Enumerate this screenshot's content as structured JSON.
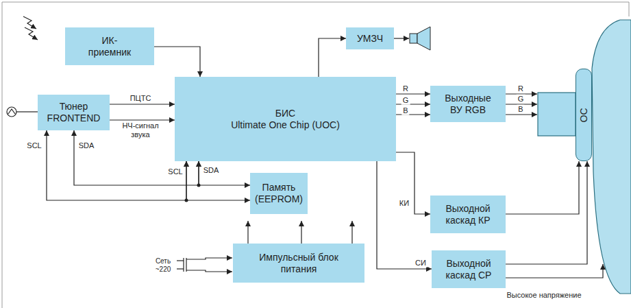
{
  "diagram": {
    "nodes": [
      {
        "text": [
          "ИК- приемник"
        ]
      },
      {
        "text": [
          "Тюнер FRONTEND"
        ]
      },
      {
        "text": [
          "БИС",
          "Ultimate One Chip (UOC)"
        ]
      },
      {
        "text": [
          "УМЗЧ"
        ]
      },
      {
        "text": [
          "Выходные ВУ RGB"
        ]
      },
      {
        "text": [
          "Память (EEPROM)"
        ]
      },
      {
        "text": [
          "Выходной каскад КР"
        ]
      },
      {
        "text": [
          "Выходной каскад СР"
        ]
      },
      {
        "text": [
          "Импульсный блок питания"
        ]
      },
      {
        "text": [
          "ОС"
        ]
      }
    ],
    "edges": [
      {
        "from": 0,
        "to": 2,
        "arrow": "to"
      },
      {
        "from": 1,
        "to": 2,
        "label": "ПЦТС",
        "arrow": "to"
      },
      {
        "from": 1,
        "to": 2,
        "label": "НЧ-сигнал звука",
        "arrow": "to"
      },
      {
        "from": 2,
        "to": 1,
        "label": "SCL",
        "arrow": "both"
      },
      {
        "from": 2,
        "to": 1,
        "label": "SDA",
        "arrow": "both"
      },
      {
        "from": 2,
        "to": 5,
        "label": "SCL",
        "arrow": "both"
      },
      {
        "from": 2,
        "to": 5,
        "label": "SDA",
        "arrow": "both"
      },
      {
        "from": 2,
        "to": 3,
        "arrow": "to"
      },
      {
        "from": 2,
        "to": 4,
        "label": "R",
        "arrow": "to"
      },
      {
        "from": 2,
        "to": 4,
        "label": "G",
        "arrow": "to"
      },
      {
        "from": 2,
        "to": 4,
        "label": "B",
        "arrow": "to"
      },
      {
        "from": 2,
        "to": 6,
        "label": "КИ",
        "arrow": "to"
      },
      {
        "from": 2,
        "to": 7,
        "label": "СИ",
        "arrow": "to"
      },
      {
        "from": 6,
        "to": 9,
        "arrow": "to"
      },
      {
        "from": 7,
        "to": 9,
        "arrow": "to"
      }
    ],
    "labels": [
      "R",
      "G",
      "B",
      "Высокое напряжение",
      "Сеть ~220"
    ]
  }
}
